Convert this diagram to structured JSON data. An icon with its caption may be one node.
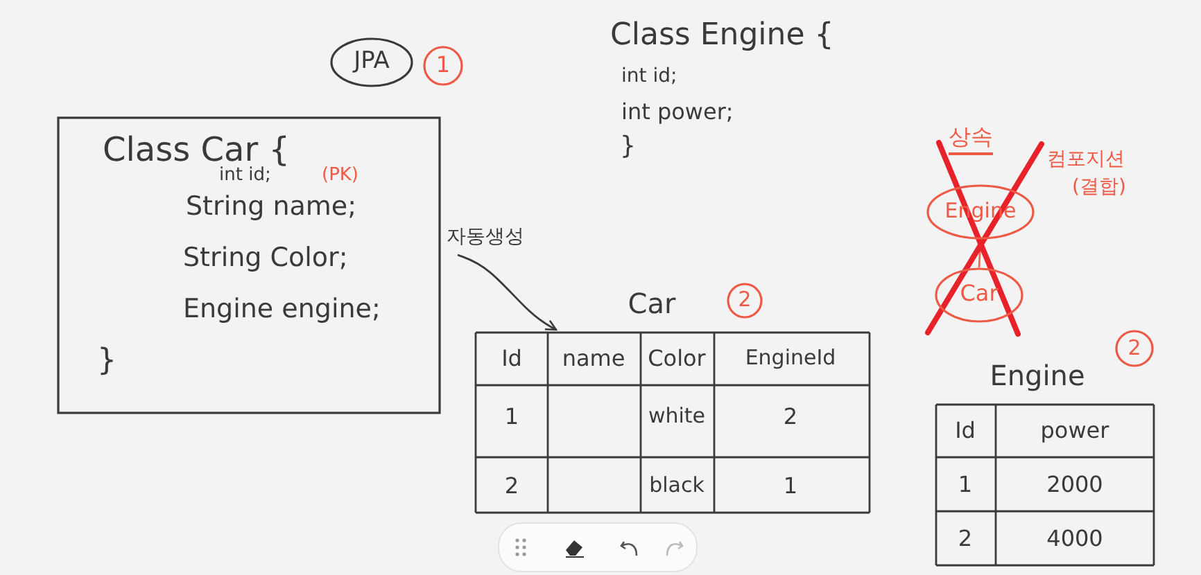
{
  "diagram": {
    "nodes": [
      {
        "text": [
          "1"
        ]
      },
      {
        "text": [
          "JPA"
        ]
      },
      {
        "text": [
          "Class Car {",
          "int id;",
          "(PK)",
          "String name;",
          "String Color;",
          "Engine engine;",
          "}"
        ]
      },
      {
        "text": [
          "자동생성"
        ]
      },
      {
        "text": [
          "Car"
        ]
      },
      {
        "text": [
          "2"
        ]
      },
      {
        "text": [
          "Engine"
        ]
      },
      {
        "text": [
          "Car"
        ]
      },
      {
        "text": [
          "2"
        ]
      },
      {
        "text": [
          "Engine"
        ]
      }
    ],
    "edges": [
      {
        "from": 3,
        "to": 4,
        "arrow": "to"
      },
      {
        "from": 6,
        "to": 7,
        "arrow": "none",
        "color": "#ee6a55"
      }
    ],
    "labels": [
      "Class Engine {",
      "int id;",
      "int power;",
      "}",
      "상속",
      "컴포지션",
      "(결합)",
      "Id",
      "name",
      "Color",
      "EngineId",
      "1",
      "white",
      "2",
      "2",
      "black",
      "1",
      "Id",
      "power",
      "1",
      "2000",
      "2",
      "4000"
    ]
  }
}
